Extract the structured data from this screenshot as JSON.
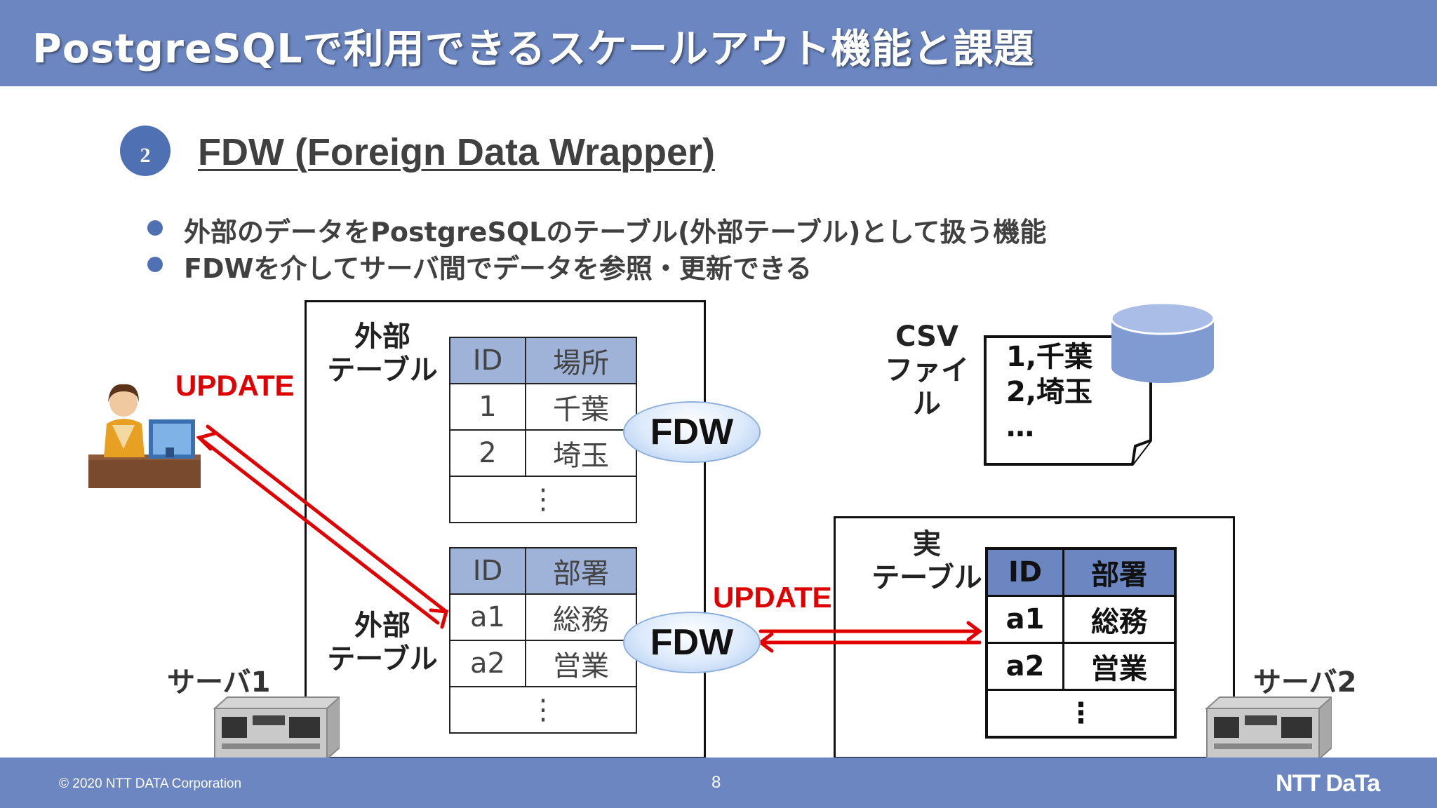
{
  "header": {
    "title": "PostgreSQLで利用できるスケールアウト機能と課題"
  },
  "section": {
    "number": "2",
    "title": "FDW (Foreign Data Wrapper)"
  },
  "bullets": [
    "外部のデータをPostgreSQLのテーブル(外部テーブル)として扱う機能",
    "FDWを介してサーバ間でデータを参照・更新できる"
  ],
  "server1": {
    "label": "サーバ1",
    "foreign_table_label_top": [
      "外部",
      "テーブル"
    ],
    "foreign_table_label_bottom": [
      "外部",
      "テーブル"
    ],
    "table1": {
      "headers": [
        "ID",
        "場所"
      ],
      "rows": [
        [
          "1",
          "千葉"
        ],
        [
          "2",
          "埼玉"
        ]
      ],
      "ellipsis": "⋮"
    },
    "table2": {
      "headers": [
        "ID",
        "部署"
      ],
      "rows": [
        [
          "a1",
          "総務"
        ],
        [
          "a2",
          "営業"
        ]
      ],
      "ellipsis": "⋮"
    }
  },
  "fdw_label": "FDW",
  "update_label": "UPDATE",
  "csv": {
    "label": [
      "CSV",
      "ファイル"
    ],
    "lines": [
      "1,千葉",
      "2,埼玉",
      "…"
    ]
  },
  "server2": {
    "label": "サーバ2",
    "real_table_label": [
      "実",
      "テーブル"
    ],
    "table": {
      "headers": [
        "ID",
        "部署"
      ],
      "rows": [
        [
          "a1",
          "総務"
        ],
        [
          "a2",
          "営業"
        ]
      ],
      "ellipsis": "⋮"
    }
  },
  "footer": {
    "copyright": "© 2020 NTT DATA Corporation",
    "page": "8",
    "logo": "NTT DaTa"
  },
  "icons": [
    "user-at-computer-icon",
    "server-icon",
    "database-cylinder-icon",
    "document-icon",
    "double-arrow-icon"
  ],
  "colors": {
    "header": "#6b86c1",
    "accent": "#4f70b2",
    "table_header": "#9fb3d9",
    "update": "#e00000"
  }
}
